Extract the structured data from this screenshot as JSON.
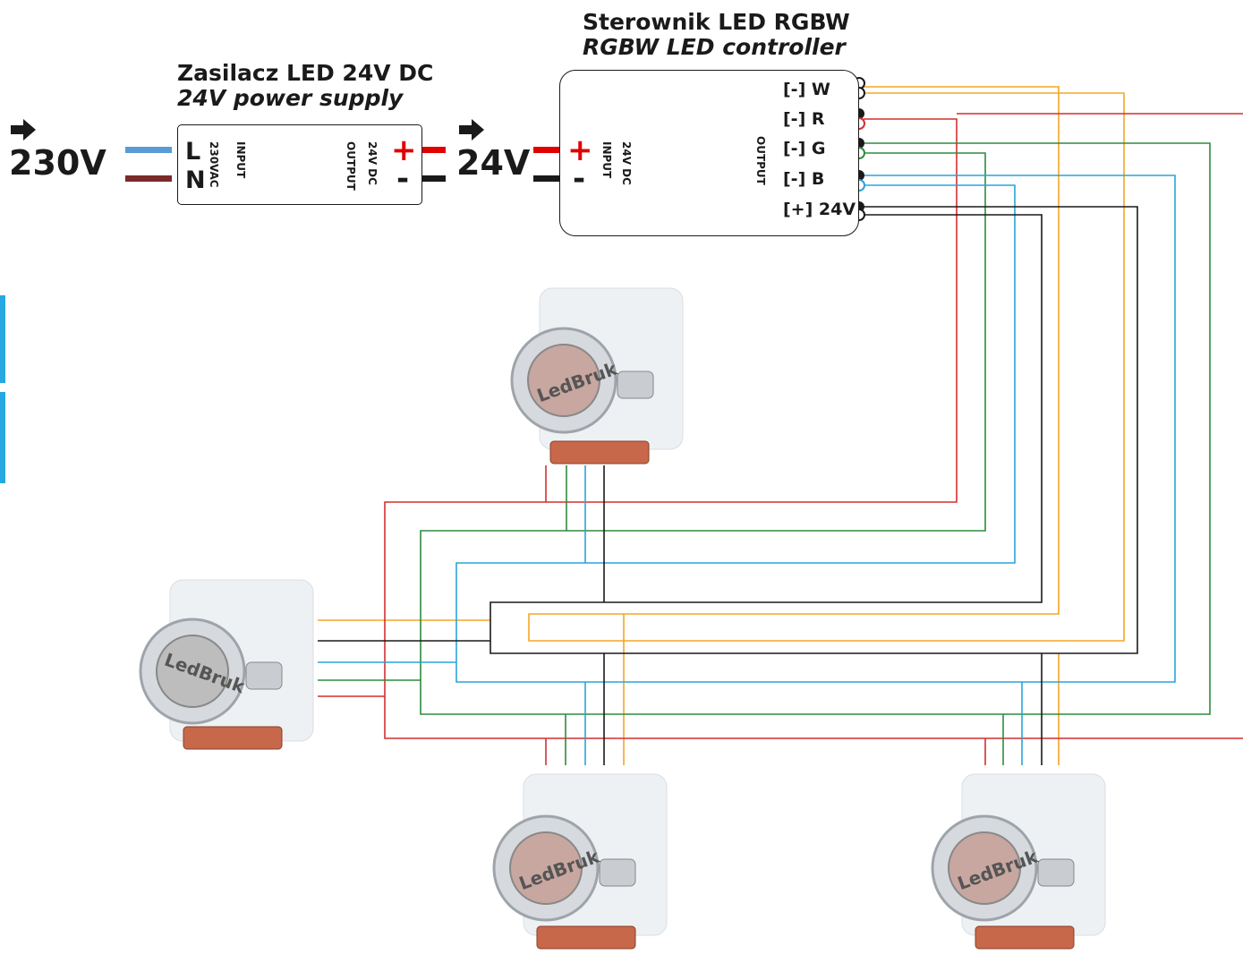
{
  "supply": {
    "title_pl": "Zasilacz LED 24V DC",
    "title_en": "24V power supply",
    "in_L": "L",
    "in_N": "N",
    "input_voltage": "230VAC",
    "input_label": "INPUT",
    "output_voltage": "24V DC",
    "output_label": "OUTPUT",
    "plus": "+",
    "minus": "-"
  },
  "controller": {
    "title_pl": "Sterownik LED RGBW",
    "title_en": "RGBW LED controller",
    "input_voltage": "24V DC",
    "input_label": "INPUT",
    "output_label": "OUTPUT",
    "plus": "+",
    "minus": "-",
    "terminals": [
      "[-] W",
      "[-] R",
      "[-] G",
      "[-] B",
      "[+] 24V"
    ]
  },
  "mains_label": "230V",
  "dc_label": "24V",
  "fixture_brand": "LedBruk",
  "colors": {
    "blue_wire": "#5a9bd5",
    "brown_wire": "#7b2a2a",
    "red": "#d32f2f",
    "green": "#2e8b3e",
    "blue": "#29a3dc",
    "yellow": "#f5a623",
    "black": "#1a1a1a",
    "accent": "#28a8e0"
  }
}
